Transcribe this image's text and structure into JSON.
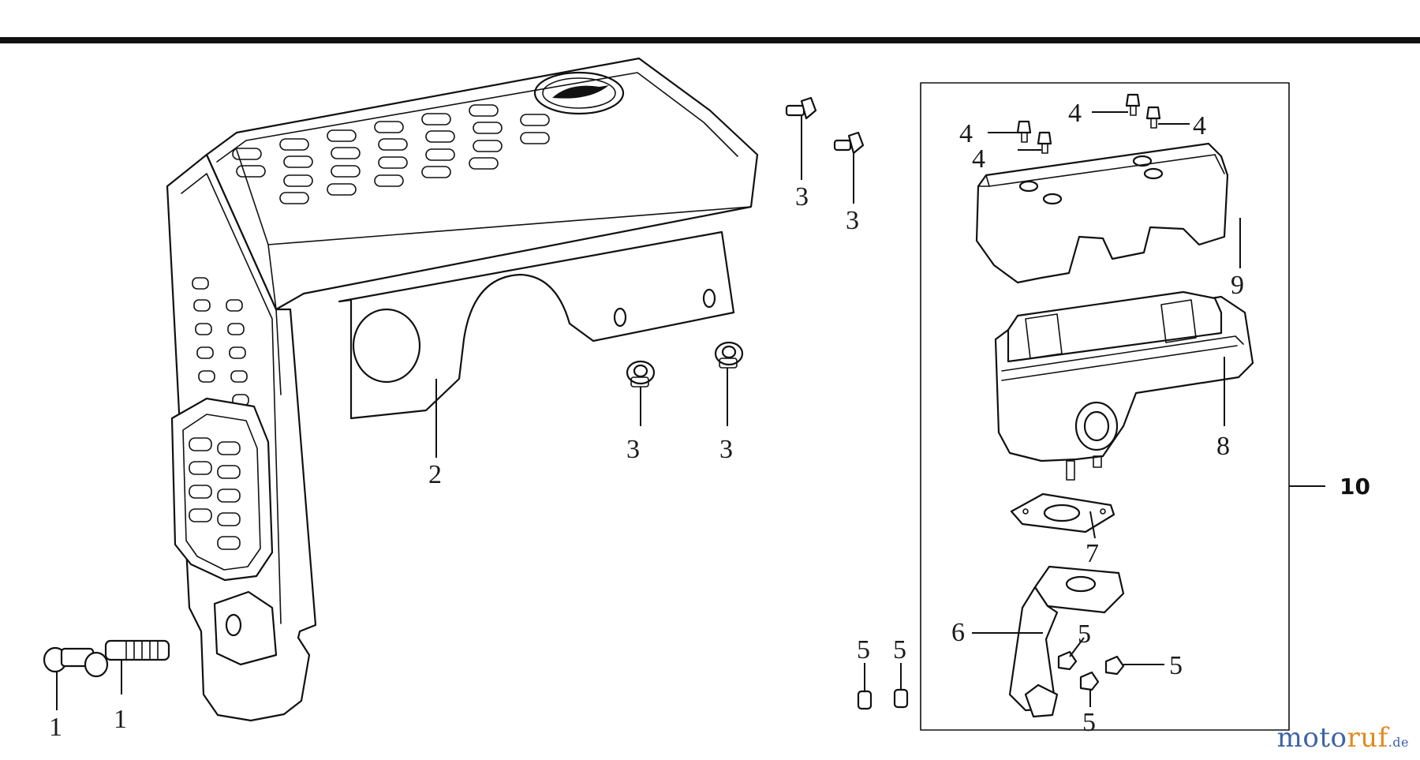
{
  "callouts": {
    "c1a": "1",
    "c1b": "1",
    "c2": "2",
    "c3a": "3",
    "c3b": "3",
    "c3c": "3",
    "c3d": "3",
    "c4a": "4",
    "c4b": "4",
    "c4c": "4",
    "c4d": "4",
    "c5a": "5",
    "c5b": "5",
    "c5c": "5",
    "c5d": "5",
    "c5e": "5",
    "c6": "6",
    "c7": "7",
    "c8": "8",
    "c9": "9",
    "c10": "10"
  },
  "watermark": {
    "part1": "moto",
    "part2": "ruf",
    "suffix": ".de"
  }
}
